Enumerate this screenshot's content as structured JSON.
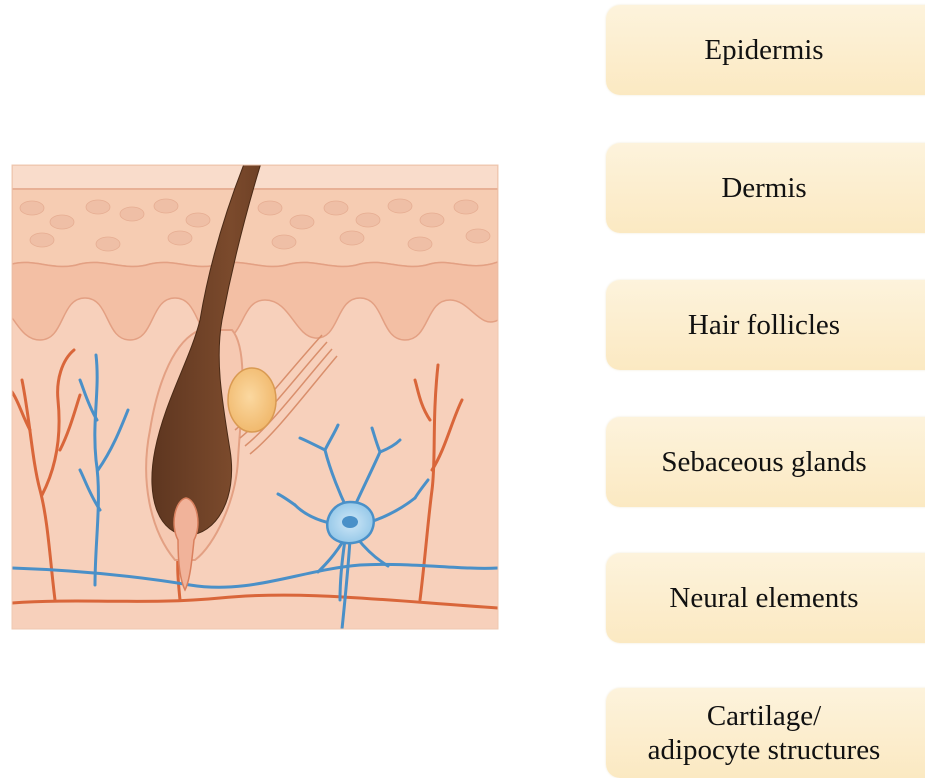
{
  "labels": [
    {
      "key": "epidermis",
      "text": "Epidermis"
    },
    {
      "key": "dermis",
      "text": "Dermis"
    },
    {
      "key": "hair-follicles",
      "text": "Hair follicles"
    },
    {
      "key": "sebaceous-glands",
      "text": "Sebaceous glands"
    },
    {
      "key": "neural-elements",
      "text": "Neural elements"
    },
    {
      "key": "cartilage-adipocyte",
      "line1": "Cartilage/",
      "line2": "adipocyte structures"
    }
  ],
  "colors": {
    "skin_light": "#f8dcc8",
    "skin_mid": "#f4c6aa",
    "hair": "#7b4a2c",
    "artery": "#d9663a",
    "vein_nerve": "#4a90c8",
    "gland": "#f6c880",
    "label_fill": "#fbe9c2"
  }
}
